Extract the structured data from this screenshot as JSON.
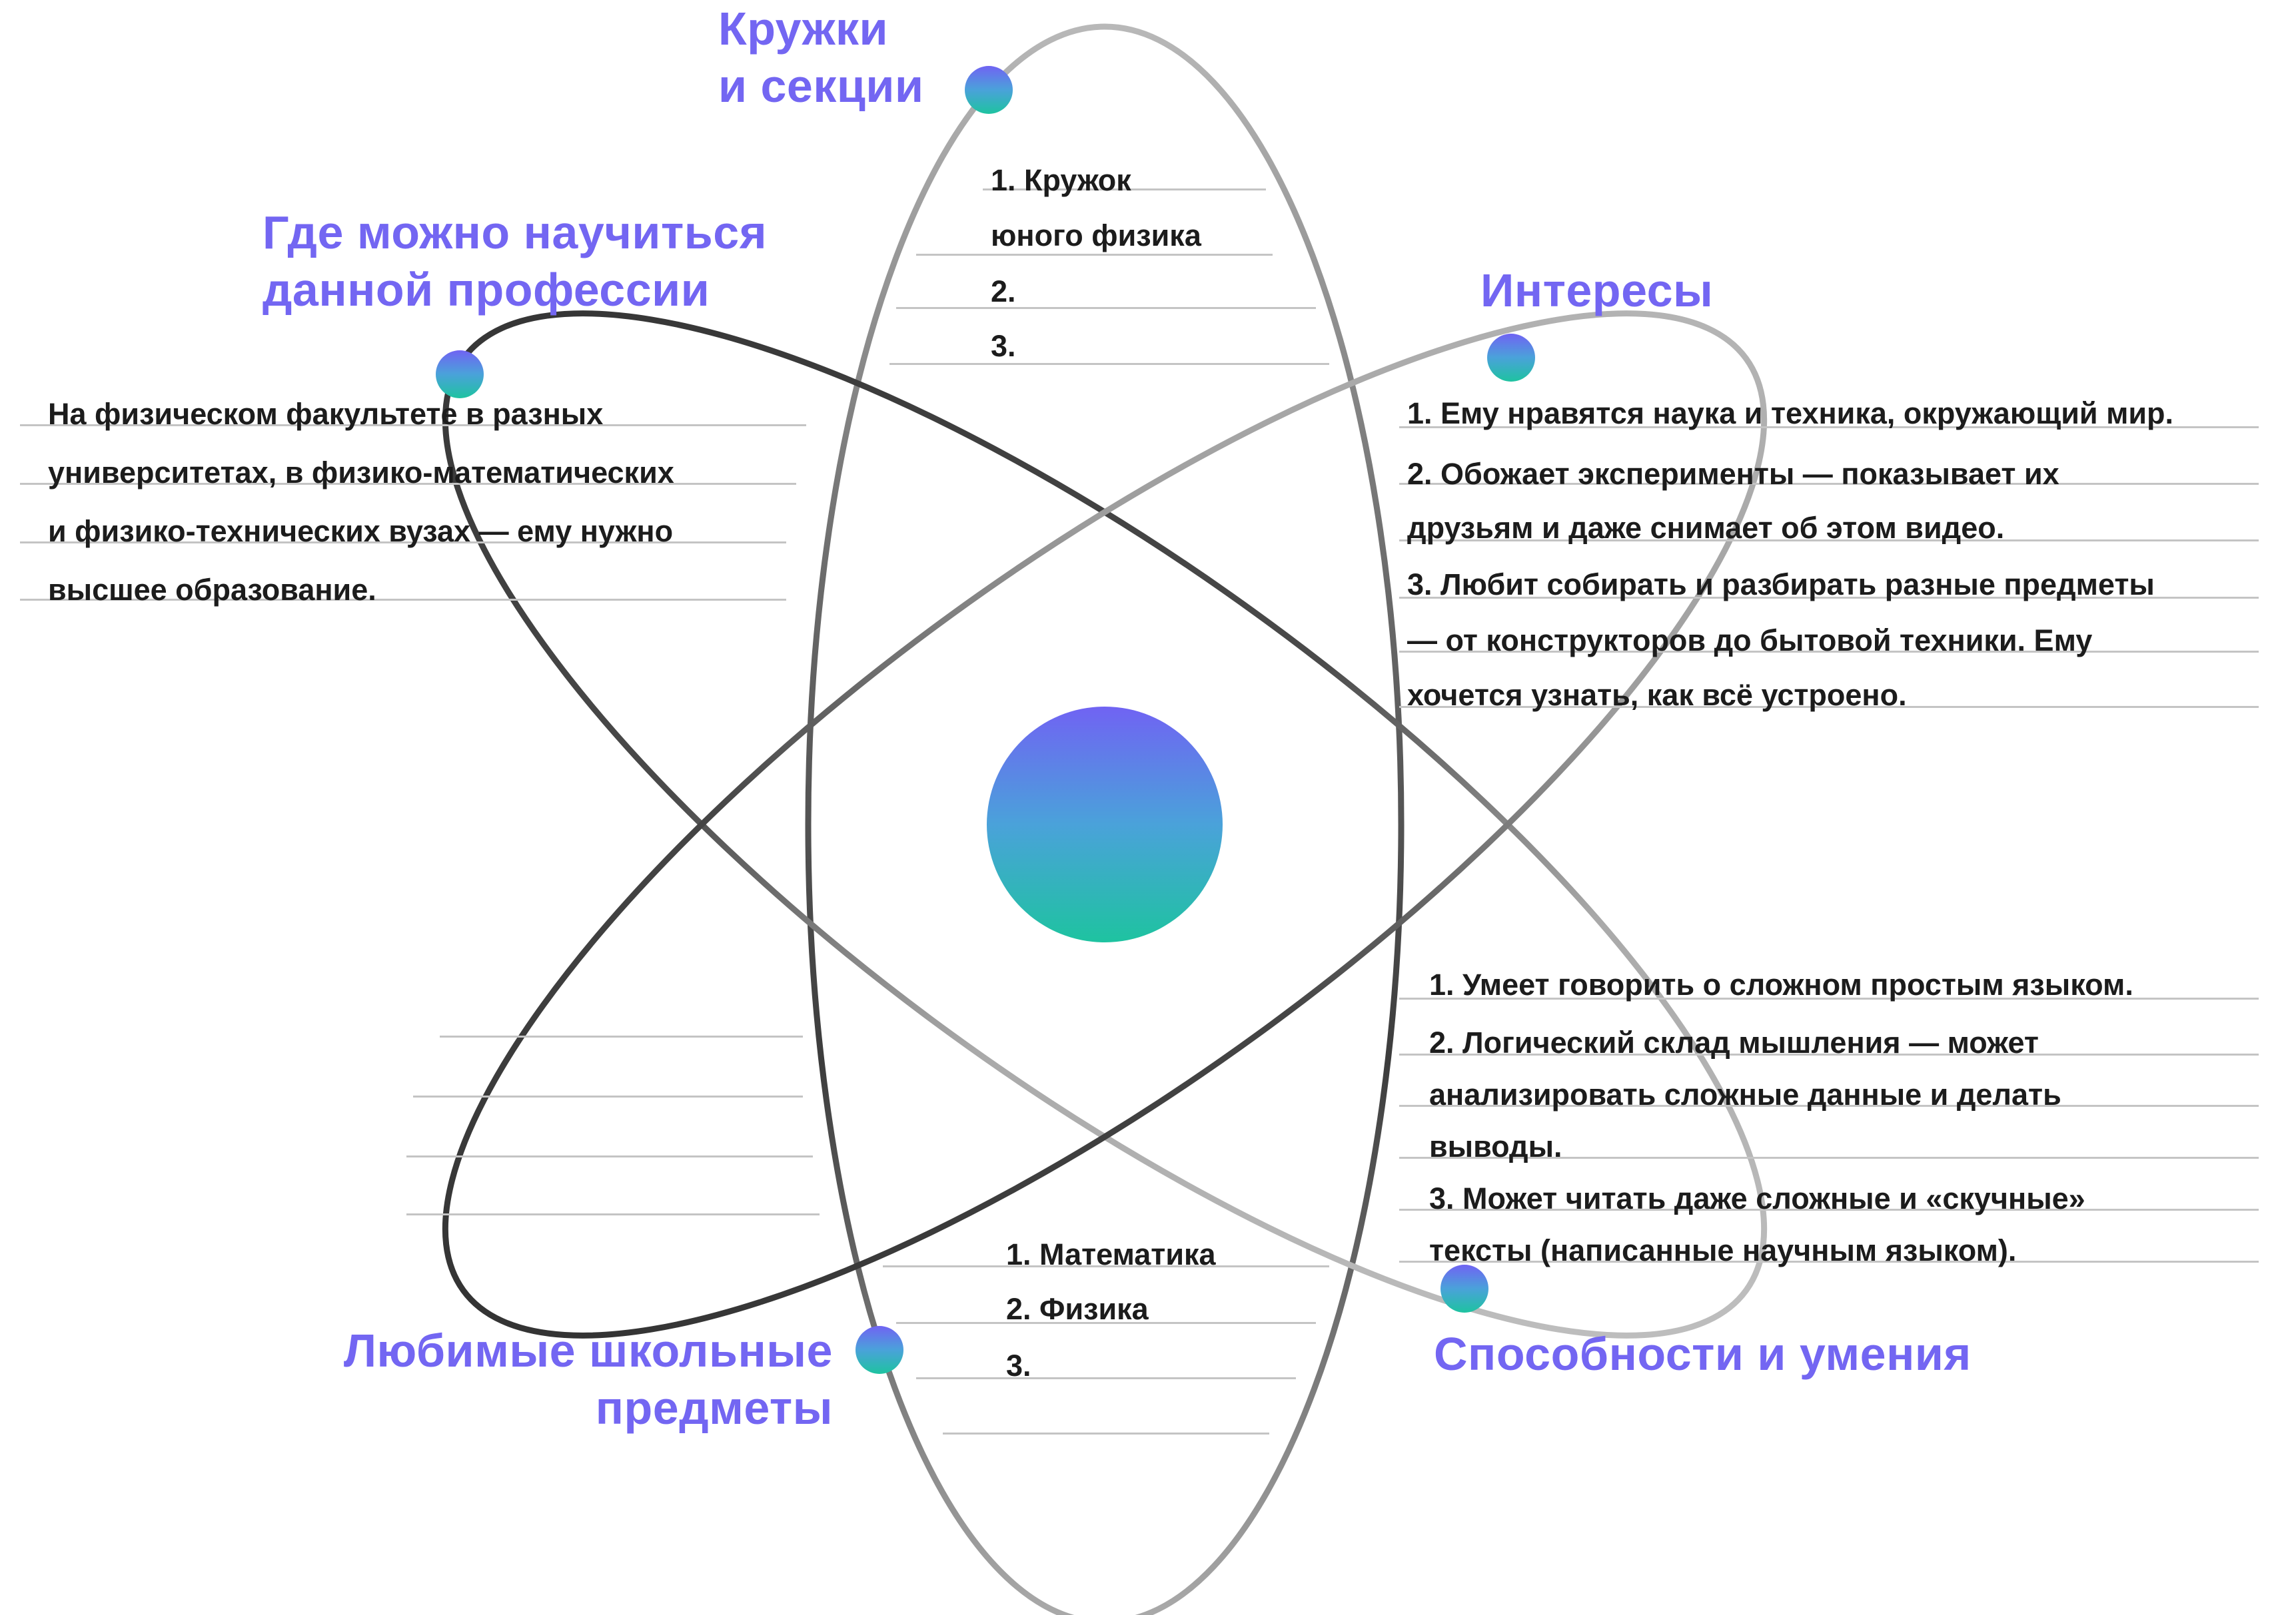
{
  "headings": {
    "clubs": [
      "Кружки",
      "и секции"
    ],
    "education": [
      "Где можно научиться",
      "данной профессии"
    ],
    "interests": [
      "Интересы"
    ],
    "subjects": [
      "Любимые школьные",
      "предметы"
    ],
    "abilities": [
      "Способности и умения"
    ]
  },
  "sections": {
    "clubs": [
      "1. Кружок",
      "юного физика",
      "2.",
      "3."
    ],
    "education": [
      "На физическом факультете в разных",
      "университетах, в физико-математических",
      "и физико-технических вузах — ему нужно",
      "высшее образование."
    ],
    "interests": [
      "1. Ему нравятся наука и техника, окружающий мир.",
      "2. Обожает эксперименты — показывает их",
      "друзьям и даже снимает об этом видео.",
      "3. Любит собирать и разбирать разные предметы",
      "— от конструкторов до бытовой техники. Ему",
      "хочется узнать, как всё устроено."
    ],
    "abilities": [
      "1. Умеет говорить о сложном простым языком.",
      "2. Логический склад мышления — может",
      "анализировать сложные данные и делать",
      "выводы.",
      "3. Может читать даже сложные и «скучные»",
      "тексты (написанные научным языком)."
    ],
    "subjects": [
      "1. Математика",
      "2. Физика",
      "3."
    ]
  },
  "colors": {
    "heading": "#7366f2",
    "body_text": "#1c1c1c",
    "rule": "#c4c4c4",
    "gradient_top": "#7063f3",
    "gradient_bottom": "#1ec3a0"
  }
}
